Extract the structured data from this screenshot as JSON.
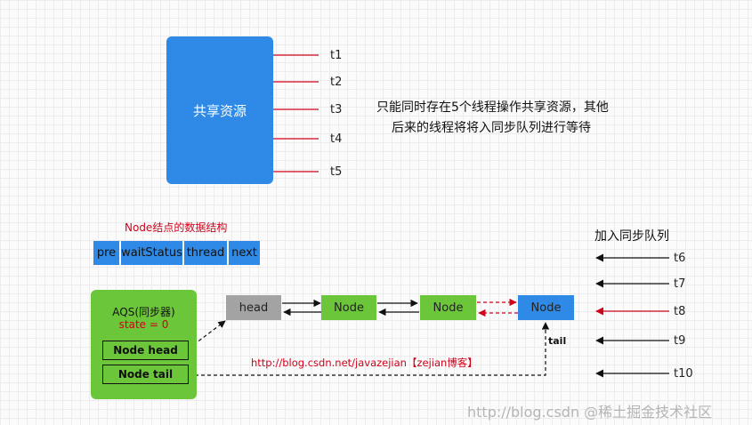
{
  "shared_resource": {
    "label": "共享资源"
  },
  "top_threads": [
    "t1",
    "t2",
    "t3",
    "t4",
    "t5"
  ],
  "note": {
    "line1": "只能同时存在5个线程操作共享资源，其他",
    "line2": "后来的线程将将入同步队列进行等待"
  },
  "node_structure": {
    "title": "Node结点的数据结构",
    "fields": [
      "pre",
      "waitStatus",
      "thread",
      "next"
    ]
  },
  "aqs": {
    "title": "AQS(同步器)",
    "state": "state = 0",
    "head_field": "Node head",
    "tail_field": "Node tail"
  },
  "queue_nodes": [
    "head",
    "Node",
    "Node",
    "Node"
  ],
  "tail_label": "tail",
  "queue_header": "加入同步队列",
  "queue_threads": [
    "t6",
    "t7",
    "t8",
    "t9",
    "t10"
  ],
  "url": "http://blog.csdn.net/javazejian【zejian博客】",
  "watermark": "http://blog.csdn @稀土掘金技术社区",
  "colors": {
    "blue": "#2e8ae6",
    "green": "#6cc63a",
    "gray": "#a3a3a3",
    "red": "#d0021b",
    "line": "#111111"
  }
}
